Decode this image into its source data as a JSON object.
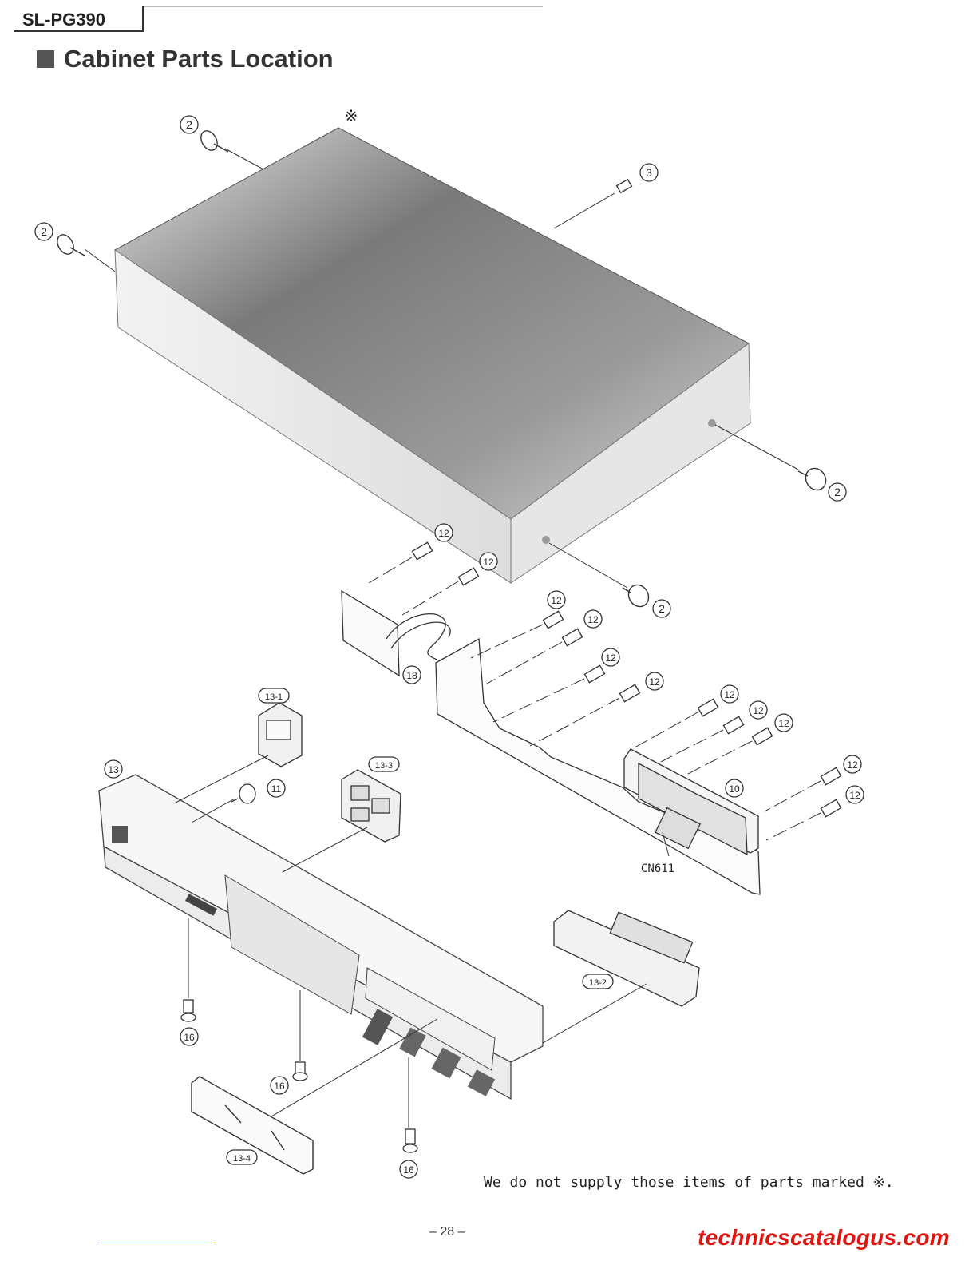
{
  "header": {
    "model": "SL-PG390",
    "title": "Cabinet Parts Location"
  },
  "diagram": {
    "callouts": {
      "top_cover_mark": "※",
      "screw_2_a": "2",
      "screw_2_b": "2",
      "screw_2_c": "2",
      "screw_2_d": "2",
      "screw_3": "3",
      "screw_12_a": "12",
      "screw_12_b": "12",
      "screw_12_c": "12",
      "screw_12_d": "12",
      "screw_12_e": "12",
      "screw_12_f": "12",
      "screw_12_g": "12",
      "screw_12_h": "12",
      "screw_12_i": "12",
      "screw_12_j": "12",
      "screw_12_k": "12",
      "wire_18": "18",
      "display_10": "10",
      "knob_11": "11",
      "panel_13": "13",
      "button_13_1": "13-1",
      "button_13_2": "13-2",
      "button_13_3": "13-3",
      "window_13_4": "13-4",
      "screw_16_a": "16",
      "screw_16_b": "16",
      "screw_16_c": "16",
      "connector": "CN611"
    }
  },
  "footer": {
    "note": "We do not supply those items of parts marked ※.",
    "page": "– 28 –",
    "site": "technicscatalogus.com"
  }
}
